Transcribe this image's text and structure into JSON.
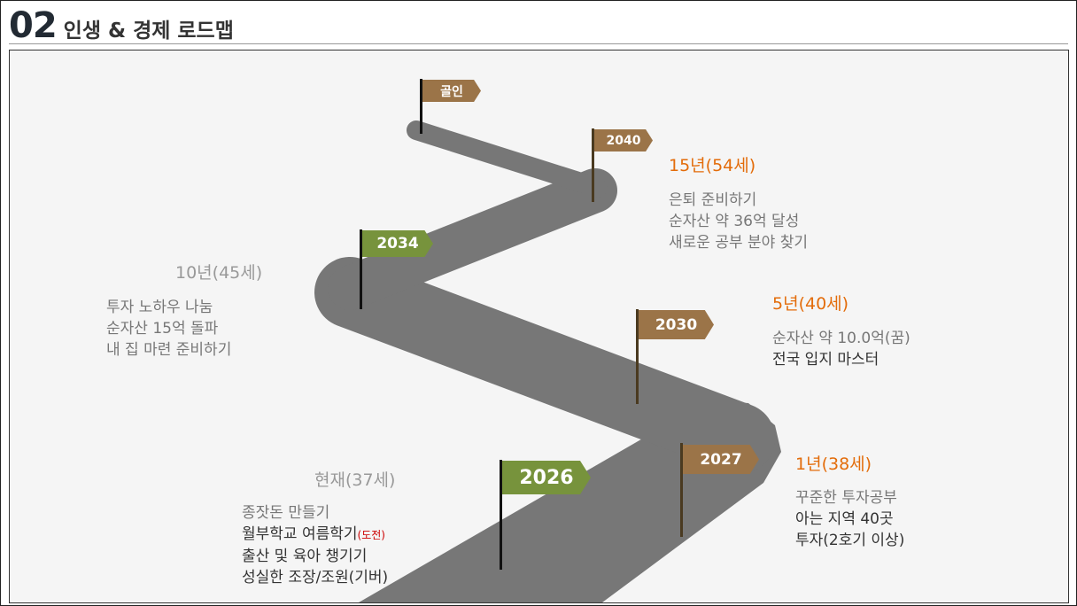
{
  "header": {
    "number": "02",
    "title": "인생 & 경제 로드맵"
  },
  "milestones": {
    "goal": {
      "flag": "골인"
    },
    "y2040": {
      "flag": "2040",
      "heading": "15년(54세)",
      "lines": [
        "은퇴 준비하기",
        "순자산 약 36억 달성",
        "새로운 공부 분야 찾기"
      ]
    },
    "y2034": {
      "flag": "2034",
      "heading": "10년(45세)",
      "lines": [
        "투자 노하우 나눔",
        "순자산 15억 돌파",
        "내 집 마련 준비하기"
      ]
    },
    "y2030": {
      "flag": "2030",
      "heading": "5년(40세)",
      "lines": [
        "순자산 약 10.0억(꿈)",
        "전국 입지 마스터"
      ]
    },
    "y2027": {
      "flag": "2027",
      "heading": "1년(38세)",
      "lines": [
        "꾸준한 투자공부",
        "아는 지역 40곳",
        "투자(2호기 이상)"
      ]
    },
    "y2026": {
      "flag": "2026",
      "heading": "현재(37세)",
      "lines": [
        "종잣돈 만들기",
        "월부학교 여름학기",
        "출산 및 육아 챙기기",
        "성실한 조장/조원(기버)"
      ],
      "note": "(도전)"
    }
  },
  "colors": {
    "green": "#77933c",
    "brown": "#9b7448",
    "road": "#777777",
    "accent": "#e36c0a"
  }
}
